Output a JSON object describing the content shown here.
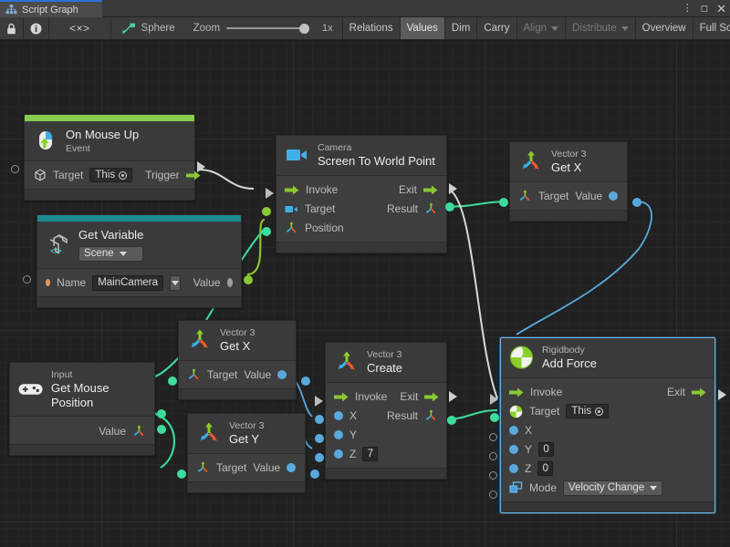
{
  "window": {
    "tab_title": "Script Graph",
    "tab_icon": "graph-hierarchy-icon",
    "menu_icon": "kebab-menu-icon",
    "maximize_icon": "maximize-icon",
    "close_icon": "close-icon"
  },
  "toolbar": {
    "lock_icon": "lock-icon",
    "info_icon": "info-icon",
    "code_icon": "code-brackets-icon",
    "graph_icon": "script-graph-icon",
    "graph_name": "Sphere",
    "zoom_label": "Zoom",
    "zoom_value": "1x",
    "buttons": [
      {
        "label": "Relations",
        "state": "normal"
      },
      {
        "label": "Values",
        "state": "active"
      },
      {
        "label": "Dim",
        "state": "normal"
      },
      {
        "label": "Carry",
        "state": "normal"
      },
      {
        "label": "Align",
        "state": "disabled",
        "dropdown": true
      },
      {
        "label": "Distribute",
        "state": "disabled",
        "dropdown": true
      },
      {
        "label": "Overview",
        "state": "normal"
      },
      {
        "label": "Full Screen",
        "state": "normal"
      }
    ]
  },
  "colors": {
    "accent_event": "#88cc4e",
    "accent_variable": "#1d8a8f",
    "selection": "#68b5e8",
    "flow": "#8bc832",
    "wire_control": "#d8d8d8",
    "wire_value_green": "#3ddc9a",
    "wire_value_blue": "#5aa9dd",
    "wire_value_lime": "#8bc832",
    "canvas_bg": "#212121"
  },
  "nodes": [
    {
      "id": "on-mouse-up",
      "icon": "mouse-event-icon",
      "type": "On Mouse Up",
      "name": "Event",
      "accent": "#88cc4e",
      "rows": [
        {
          "left_label": "Target",
          "value": "This",
          "value_kind": "target-pill",
          "right_label": "Trigger",
          "right_kind": "flow-arrow"
        }
      ]
    },
    {
      "id": "get-variable",
      "icon": "unity-variable-icon",
      "type": "Get Variable",
      "name": "Scene",
      "name_kind": "dropdown",
      "accent": "#1d8a8f",
      "rows": [
        {
          "left_label": "Name",
          "value": "MainCamera",
          "value_kind": "textfield-dropdown",
          "right_label": "Value",
          "right_kind": "value-dot-grey"
        }
      ]
    },
    {
      "id": "camera-screen-to-world-point",
      "icon": "camera-icon",
      "type": "Camera",
      "name": "Screen To World Point",
      "accent": null,
      "rows": [
        {
          "left_label": "Invoke",
          "left_kind": "flow-arrow",
          "right_label": "Exit",
          "right_kind": "flow-arrow"
        },
        {
          "left_label": "Target",
          "left_kind": "camera-dot",
          "right_label": "Result",
          "right_kind": "vector3-dot"
        },
        {
          "left_label": "Position",
          "left_kind": "vector3-dot"
        }
      ]
    },
    {
      "id": "vector3-get-x-top",
      "icon": "vector3-icon",
      "type": "Vector 3",
      "name": "Get X",
      "accent": null,
      "rows": [
        {
          "left_label": "Target",
          "left_kind": "vector3-dot",
          "right_label": "Value",
          "right_kind": "value-dot-blue"
        }
      ]
    },
    {
      "id": "input-get-mouse-position",
      "icon": "gamepad-icon",
      "type": "Input",
      "name": "Get Mouse Position",
      "accent": null,
      "rows": [
        {
          "right_label": "Value",
          "right_kind": "vector3-dot"
        }
      ]
    },
    {
      "id": "vector3-get-x-mid",
      "icon": "vector3-icon",
      "type": "Vector 3",
      "name": "Get X",
      "accent": null,
      "rows": [
        {
          "left_label": "Target",
          "left_kind": "vector3-dot",
          "right_label": "Value",
          "right_kind": "value-dot-blue"
        }
      ]
    },
    {
      "id": "vector3-get-y",
      "icon": "vector3-icon",
      "type": "Vector 3",
      "name": "Get Y",
      "accent": null,
      "rows": [
        {
          "left_label": "Target",
          "left_kind": "vector3-dot",
          "right_label": "Value",
          "right_kind": "value-dot-blue"
        }
      ]
    },
    {
      "id": "vector3-create",
      "icon": "vector3-icon",
      "type": "Vector 3",
      "name": "Create",
      "accent": null,
      "rows": [
        {
          "left_label": "Invoke",
          "left_kind": "flow-arrow",
          "right_label": "Exit",
          "right_kind": "flow-arrow"
        },
        {
          "left_label": "X",
          "left_kind": "value-dot-blue",
          "right_label": "Result",
          "right_kind": "vector3-dot"
        },
        {
          "left_label": "Y",
          "left_kind": "value-dot-blue"
        },
        {
          "left_label": "Z",
          "left_kind": "value-dot-blue",
          "value": "7",
          "value_kind": "numbox"
        }
      ]
    },
    {
      "id": "rigidbody-add-force",
      "icon": "rigidbody-icon",
      "type": "Rigidbody",
      "name": "Add Force",
      "accent": null,
      "selected": true,
      "rows": [
        {
          "left_label": "Invoke",
          "left_kind": "flow-arrow",
          "right_label": "Exit",
          "right_kind": "flow-arrow"
        },
        {
          "left_label": "Target",
          "left_kind": "rigidbody-dot",
          "value": "This",
          "value_kind": "target-pill"
        },
        {
          "left_label": "X",
          "left_kind": "value-dot-blue"
        },
        {
          "left_label": "Y",
          "left_kind": "value-dot-blue",
          "value": "0",
          "value_kind": "numbox"
        },
        {
          "left_label": "Z",
          "left_kind": "value-dot-blue",
          "value": "0",
          "value_kind": "numbox"
        },
        {
          "left_label": "Mode",
          "left_kind": "enum-icon",
          "value": "Velocity Change",
          "value_kind": "dropdown"
        }
      ]
    }
  ]
}
